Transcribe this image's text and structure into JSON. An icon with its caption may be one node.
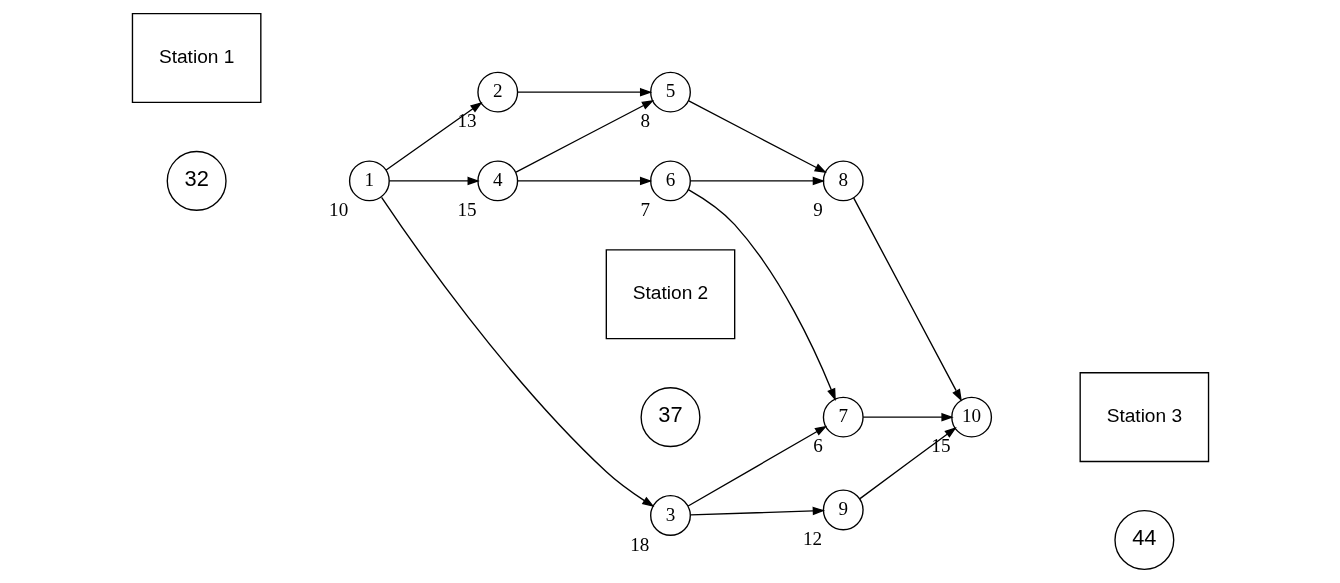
{
  "diagram": {
    "nodes": [
      {
        "text": [
          "Station 1"
        ]
      },
      {
        "text": [
          "32"
        ]
      },
      {
        "text": [
          "1"
        ],
        "beside": [
          "10"
        ]
      },
      {
        "text": [
          "2"
        ],
        "beside": [
          "13"
        ]
      },
      {
        "text": [
          "3"
        ],
        "beside": [
          "18"
        ]
      },
      {
        "text": [
          "4"
        ],
        "beside": [
          "15"
        ]
      },
      {
        "text": [
          "5"
        ],
        "beside": [
          "8"
        ]
      },
      {
        "text": [
          "6"
        ],
        "beside": [
          "7"
        ]
      },
      {
        "text": [
          "7"
        ],
        "beside": [
          "6"
        ]
      },
      {
        "text": [
          "8"
        ],
        "beside": [
          "9"
        ]
      },
      {
        "text": [
          "9"
        ],
        "beside": [
          "12"
        ]
      },
      {
        "text": [
          "10"
        ],
        "beside": [
          "15"
        ]
      },
      {
        "text": [
          "Station 2"
        ]
      },
      {
        "text": [
          "37"
        ]
      },
      {
        "text": [
          "Station 3"
        ]
      },
      {
        "text": [
          "44"
        ]
      }
    ],
    "edges": [
      {
        "from": 2,
        "to": 3,
        "arrow": "to"
      },
      {
        "from": 2,
        "to": 5,
        "arrow": "to"
      },
      {
        "from": 2,
        "to": 4,
        "arrow": "to"
      },
      {
        "from": 3,
        "to": 6,
        "arrow": "to"
      },
      {
        "from": 5,
        "to": 6,
        "arrow": "to"
      },
      {
        "from": 5,
        "to": 7,
        "arrow": "to"
      },
      {
        "from": 7,
        "to": 9,
        "arrow": "to"
      },
      {
        "from": 7,
        "to": 8,
        "arrow": "to"
      },
      {
        "from": 4,
        "to": 8,
        "arrow": "to"
      },
      {
        "from": 4,
        "to": 10,
        "arrow": "to"
      },
      {
        "from": 6,
        "to": 9,
        "arrow": "to"
      },
      {
        "from": 9,
        "to": 11,
        "arrow": "to"
      },
      {
        "from": 8,
        "to": 11,
        "arrow": "to"
      },
      {
        "from": 10,
        "to": 11,
        "arrow": "to"
      }
    ]
  }
}
